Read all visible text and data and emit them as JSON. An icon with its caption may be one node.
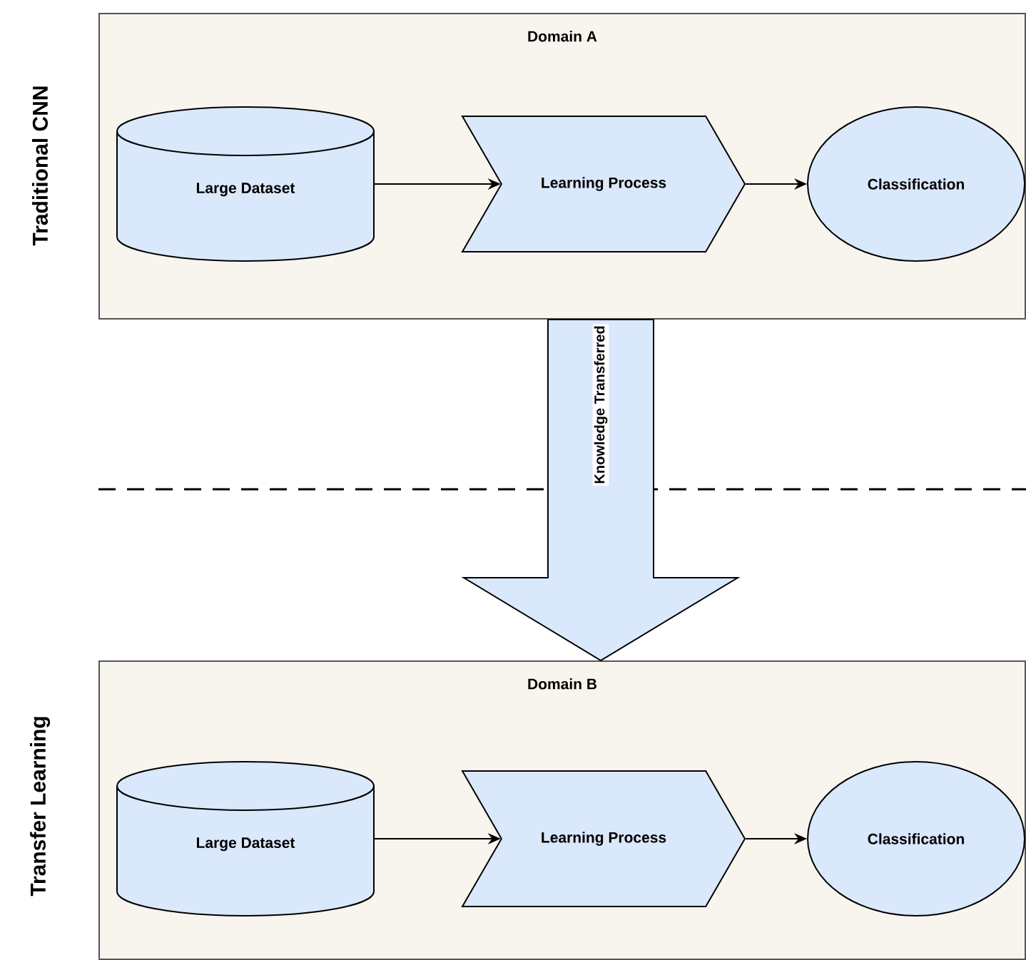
{
  "diagram": {
    "nodes": [
      {
        "text": [
          "Domain A"
        ]
      },
      {
        "text": [
          "Large Dataset"
        ],
        "in": 0
      },
      {
        "text": [
          "Learning Process"
        ],
        "in": 0
      },
      {
        "text": [
          "Classification"
        ],
        "in": 0
      },
      {
        "text": [
          "Domain B"
        ]
      },
      {
        "text": [
          "Large Dataset"
        ],
        "in": 4
      },
      {
        "text": [
          "Learning Process"
        ],
        "in": 4
      },
      {
        "text": [
          "Classification"
        ],
        "in": 4
      }
    ],
    "edges": [
      {
        "from": 1,
        "to": 2,
        "arrow": "to"
      },
      {
        "from": 2,
        "to": 3,
        "arrow": "to"
      },
      {
        "from": 0,
        "to": 4,
        "arrow": "to",
        "style": "thick",
        "label": "Knowledge Transferred"
      },
      {
        "from": 5,
        "to": 6,
        "arrow": "to"
      },
      {
        "from": 6,
        "to": 7,
        "arrow": "to"
      }
    ],
    "labels": [
      "Traditional CNN",
      "Transfer Learning"
    ]
  }
}
